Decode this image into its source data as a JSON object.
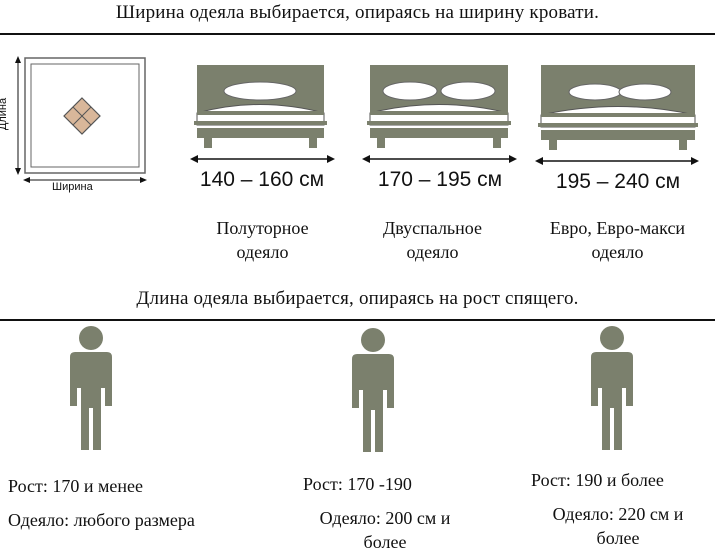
{
  "width_section": {
    "title": "Ширина одеяла выбирается, опираясь на ширину кровати.",
    "diagram": {
      "length_label": "Длина",
      "width_label": "Ширина"
    },
    "beds": [
      {
        "size": "140 – 160 см",
        "caption_line1": "Полуторное",
        "caption_line2": "одеяло"
      },
      {
        "size": "170 – 195 см",
        "caption_line1": "Двуспальное",
        "caption_line2": "одеяло"
      },
      {
        "size": "195 – 240 см",
        "caption_line1": "Евро, Евро-макси",
        "caption_line2": "одеяло"
      }
    ]
  },
  "length_section": {
    "title": "Длина одеяла выбирается, опираясь на рост спящего.",
    "people": [
      {
        "height": "Рост: 170 и менее",
        "blanket_line1": "Одеяло: любого размера",
        "blanket_line2": ""
      },
      {
        "height": "Рост: 170 -190",
        "blanket_line1": "Одеяло: 200 см и",
        "blanket_line2": "более"
      },
      {
        "height": "Рост: 190 и более",
        "blanket_line1": "Одеяло: 220 см и",
        "blanket_line2": "более"
      }
    ]
  },
  "colors": {
    "furniture": "#7b806d",
    "pillow": "#ffffff",
    "diamond": "#d9b79a",
    "line": "#111111"
  }
}
